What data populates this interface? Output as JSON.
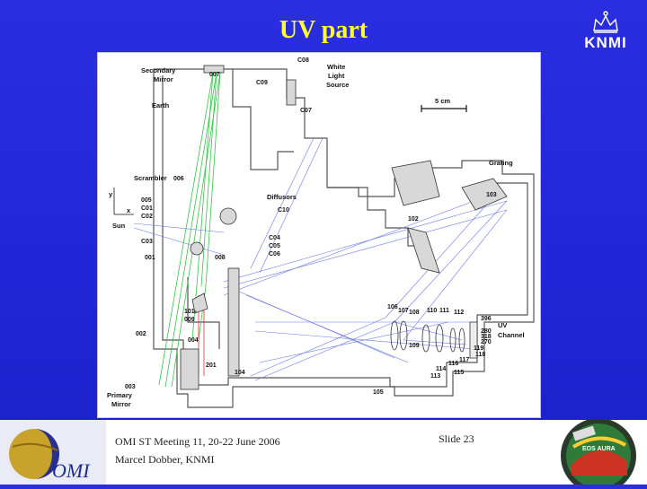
{
  "slide": {
    "title": "UV part",
    "logo_text": "KNMI",
    "footer_line1": "OMI ST Meeting 11, 20-22 June 2006",
    "footer_line2": "Marcel Dobber, KNMI",
    "slide_number": "Slide 23",
    "omi_logo_text": "OMI",
    "aura_logo_text": "EOS AURA"
  },
  "diagram": {
    "labels": {
      "secondary_mirror": [
        "Secondary",
        "Mirror"
      ],
      "white_light_source": [
        "White",
        "Light",
        "Source"
      ],
      "earth": "Earth",
      "scale": "5 cm",
      "grating": "Grating",
      "scrambler": "Scrambler",
      "diffusors": "Diffusors",
      "sun": "Sun",
      "uv_channel": [
        "UV",
        "Channel"
      ],
      "primary_mirror": [
        "Primary",
        "Mirror"
      ],
      "axis_y": "y",
      "axis_x": "x"
    },
    "numbers": {
      "n007": "007",
      "c08": "C08",
      "c09": "C09",
      "c07": "C07",
      "n006": "006",
      "n005": "005",
      "c01": "C01",
      "c02": "C02",
      "c10": "C10",
      "c03": "C03",
      "c04": "C04",
      "c05": "C05",
      "c06": "C06",
      "n001": "001",
      "n008": "008",
      "n101": "101-",
      "n009": "009",
      "n002": "002",
      "n004": "004",
      "n201": "201",
      "n104": "104",
      "n003": "003",
      "n103": "103",
      "n102": "102",
      "n106": "106",
      "n107": "107",
      "n108": "108",
      "n110": "110",
      "n111": "111",
      "n112": "112",
      "n109": "109",
      "n113": "113",
      "n114": "114",
      "n115": "115",
      "n116": "116",
      "n117": "117",
      "n118": "118",
      "n119": "119",
      "n105": "105",
      "w396": "396",
      "w280": "280",
      "w318": "318",
      "w270": "270"
    }
  },
  "colors": {
    "background": "#2126d8",
    "title": "#ffff33",
    "ray_green": "#35c24a",
    "ray_blue": "#6a78e0",
    "ray_red": "#e03030"
  }
}
